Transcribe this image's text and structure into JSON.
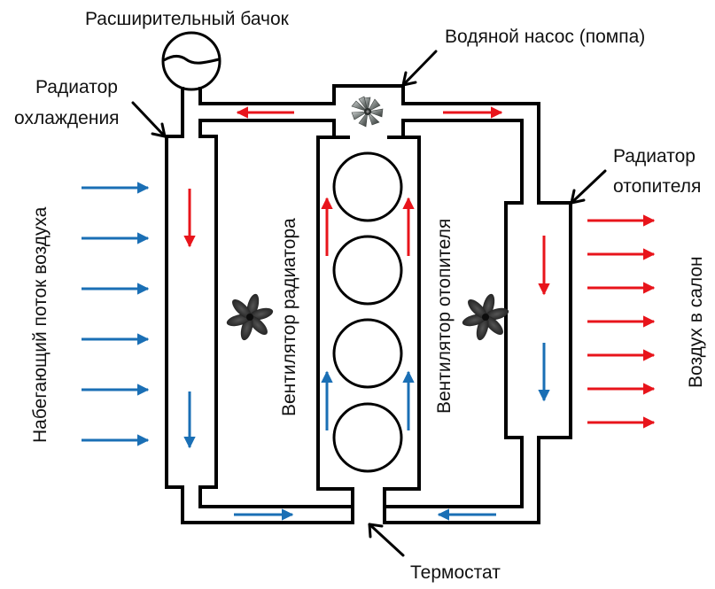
{
  "title": "Схема системы охлаждения двигателя",
  "colors": {
    "hot": "#e8141b",
    "cold": "#1a6fb5",
    "line": "#000000",
    "text": "#111111"
  },
  "labels": {
    "expansion_tank": "Расширительный бачок",
    "water_pump": "Водяной насос (помпа)",
    "cooling_radiator_line1": "Радиатор",
    "cooling_radiator_line2": "охлаждения",
    "heater_radiator_line1": "Радиатор",
    "heater_radiator_line2": "отопителя",
    "incoming_air": "Набегающий поток воздуха",
    "radiator_fan": "Вентилятор радиатора",
    "heater_fan": "Вентилятор отопителя",
    "cabin_air": "Воздух в салон",
    "thermostat": "Термостат"
  },
  "components": {
    "engine_cylinders": 4,
    "incoming_air_arrows": 6,
    "cabin_air_arrows": 7
  },
  "flows": [
    {
      "id": "top-left-pipe",
      "direction": "left",
      "temp": "hot"
    },
    {
      "id": "top-right-pipe",
      "direction": "right",
      "temp": "hot"
    },
    {
      "id": "cooling-radiator-top",
      "direction": "down",
      "temp": "hot"
    },
    {
      "id": "cooling-radiator-bottom",
      "direction": "down",
      "temp": "cold"
    },
    {
      "id": "heater-radiator-top",
      "direction": "down",
      "temp": "hot"
    },
    {
      "id": "heater-radiator-bottom",
      "direction": "down",
      "temp": "cold"
    },
    {
      "id": "engine-upper-left",
      "direction": "up",
      "temp": "hot"
    },
    {
      "id": "engine-upper-right",
      "direction": "up",
      "temp": "hot"
    },
    {
      "id": "engine-lower-left",
      "direction": "up",
      "temp": "cold"
    },
    {
      "id": "engine-lower-right",
      "direction": "up",
      "temp": "cold"
    },
    {
      "id": "bottom-left-pipe",
      "direction": "right",
      "temp": "cold"
    },
    {
      "id": "bottom-right-pipe",
      "direction": "left",
      "temp": "cold"
    }
  ]
}
